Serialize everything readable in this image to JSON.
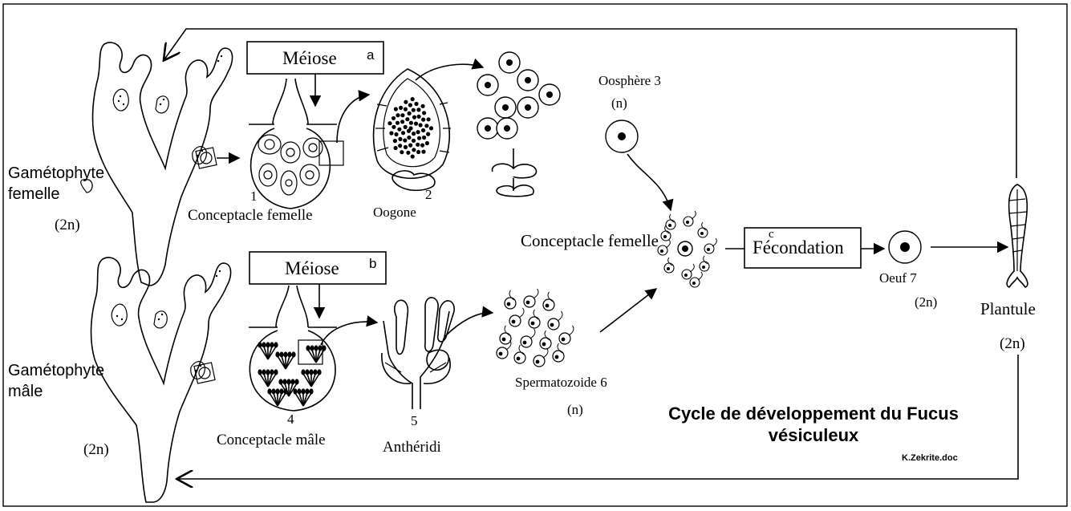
{
  "labels": {
    "gametophyte_femelle": [
      "Gamétophyte",
      "femelle"
    ],
    "gametophyte_male": [
      "Gamétophyte",
      "mâle"
    ],
    "ploidy_2n": "(2n)",
    "ploidy_n": "(n)",
    "meiose": "Méiose",
    "letter_a": "a",
    "letter_b": "b",
    "letter_c": "c",
    "num_1": "1",
    "num_2": "2",
    "num_4": "4",
    "num_5": "5",
    "conceptacle_femelle": "Conceptacle femelle",
    "conceptacle_male": "Conceptacle mâle",
    "oogone": "Oogone",
    "antheridi": "Anthéridi",
    "oosphere": "Oosphère  3",
    "spermatozoide": "Spermatozoide  6",
    "fecondation": "Fécondation",
    "oeuf": "Oeuf    7",
    "plantule": "Plantule",
    "title": [
      "Cycle de développement du Fucus",
      "vésiculeux"
    ],
    "credit": "K.Zekrite.doc"
  }
}
